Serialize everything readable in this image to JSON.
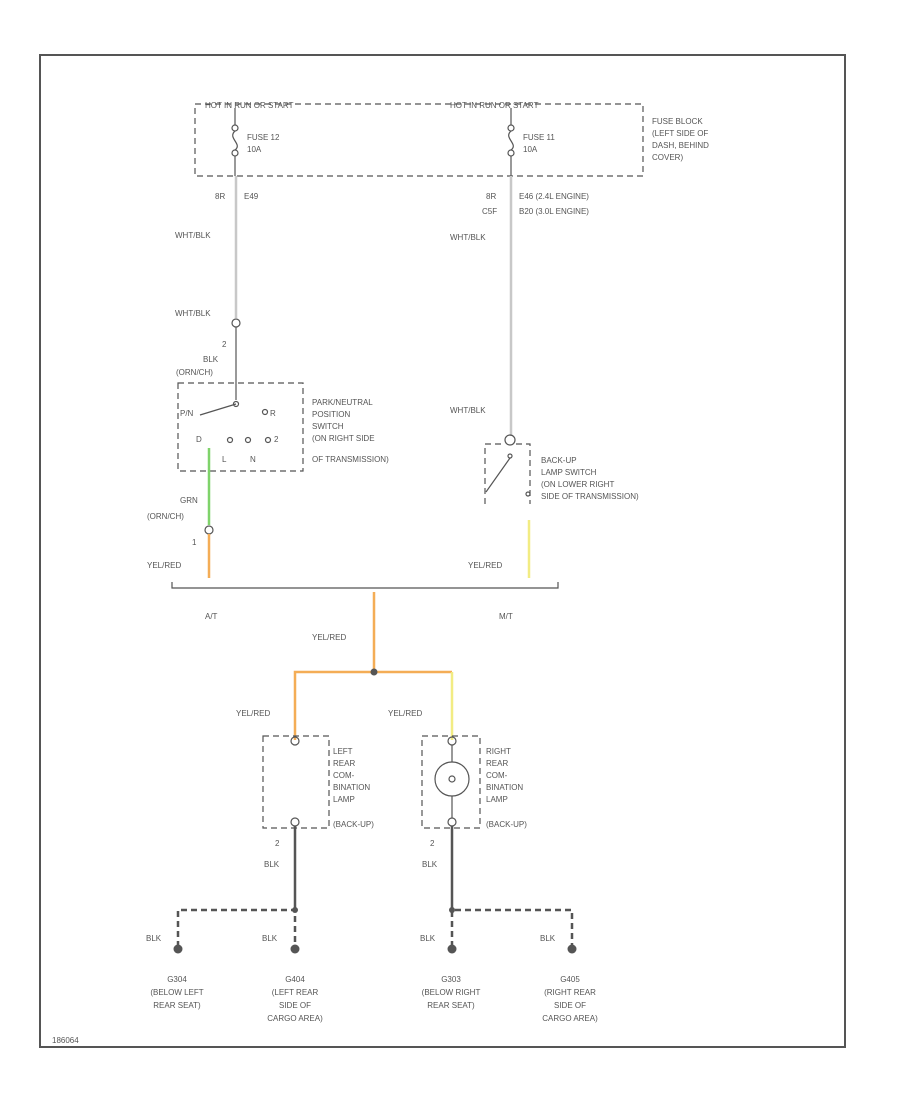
{
  "colors": {
    "wire_wht_blk": "#c8c8c8",
    "wire_grn": "#7fd36a",
    "wire_yel_red_orange": "#f4ad56",
    "wire_yel_red_yellow": "#f2ec83",
    "wire_blk": "#555555",
    "line": "#555555"
  },
  "fuse_block": {
    "left_power": "HOT IN RUN OR START",
    "right_power": "HOT IN RUN OR START",
    "fuse_left": {
      "name": "FUSE 12",
      "rating": "10A"
    },
    "fuse_right": {
      "name": "FUSE 11",
      "rating": "10A"
    },
    "label": [
      "FUSE BLOCK",
      "(LEFT SIDE OF",
      "DASH, BEHIND",
      "COVER)"
    ]
  },
  "connectors": {
    "left_top": {
      "pin": "8R",
      "ref": "E49"
    },
    "right_top_a": {
      "pin": "8R",
      "ref": "E46 (2.4L ENGINE)"
    },
    "right_top_b": {
      "pin": "C5F",
      "ref": "B20 (3.0L ENGINE)"
    }
  },
  "wires": {
    "wht_blk": "WHT/BLK",
    "blk_orn": [
      "BLK",
      "(ORN/CH)"
    ],
    "grn_orn": [
      "GRN",
      "(ORN/CH)"
    ],
    "yel_red": "YEL/RED",
    "blk": "BLK"
  },
  "pins": {
    "pns_top": "2",
    "pns_bottom": "1",
    "lamp_left_bottom": "2",
    "lamp_right_bottom": "2"
  },
  "pns_switch": {
    "label": [
      "PARK/NEUTRAL",
      "POSITION",
      "SWITCH",
      "(ON RIGHT SIDE",
      "OF TRANSMISSION)"
    ],
    "positions": [
      "P/N",
      "R",
      "D",
      "2",
      "L",
      "N"
    ]
  },
  "backup_switch": {
    "label": [
      "BACK-UP",
      "LAMP SWITCH",
      "(ON LOWER RIGHT",
      "SIDE OF TRANSMISSION)"
    ]
  },
  "branch_labels": {
    "left": "A/T",
    "right": "M/T"
  },
  "lamps": {
    "left": [
      "LEFT",
      "REAR",
      "COM-",
      "BINATION",
      "LAMP",
      "(BACK-UP)"
    ],
    "right": [
      "RIGHT",
      "REAR",
      "COM-",
      "BINATION",
      "LAMP",
      "(BACK-UP)"
    ]
  },
  "grounds": [
    {
      "id": "G304",
      "desc": [
        "(BELOW LEFT",
        "REAR SEAT)"
      ]
    },
    {
      "id": "G404",
      "desc": [
        "(LEFT REAR",
        "SIDE OF",
        "CARGO AREA)"
      ]
    },
    {
      "id": "G303",
      "desc": [
        "(BELOW RIGHT",
        "REAR SEAT)"
      ]
    },
    {
      "id": "G405",
      "desc": [
        "(RIGHT REAR",
        "SIDE OF",
        "CARGO AREA)"
      ]
    }
  ],
  "figure_id": "186064"
}
